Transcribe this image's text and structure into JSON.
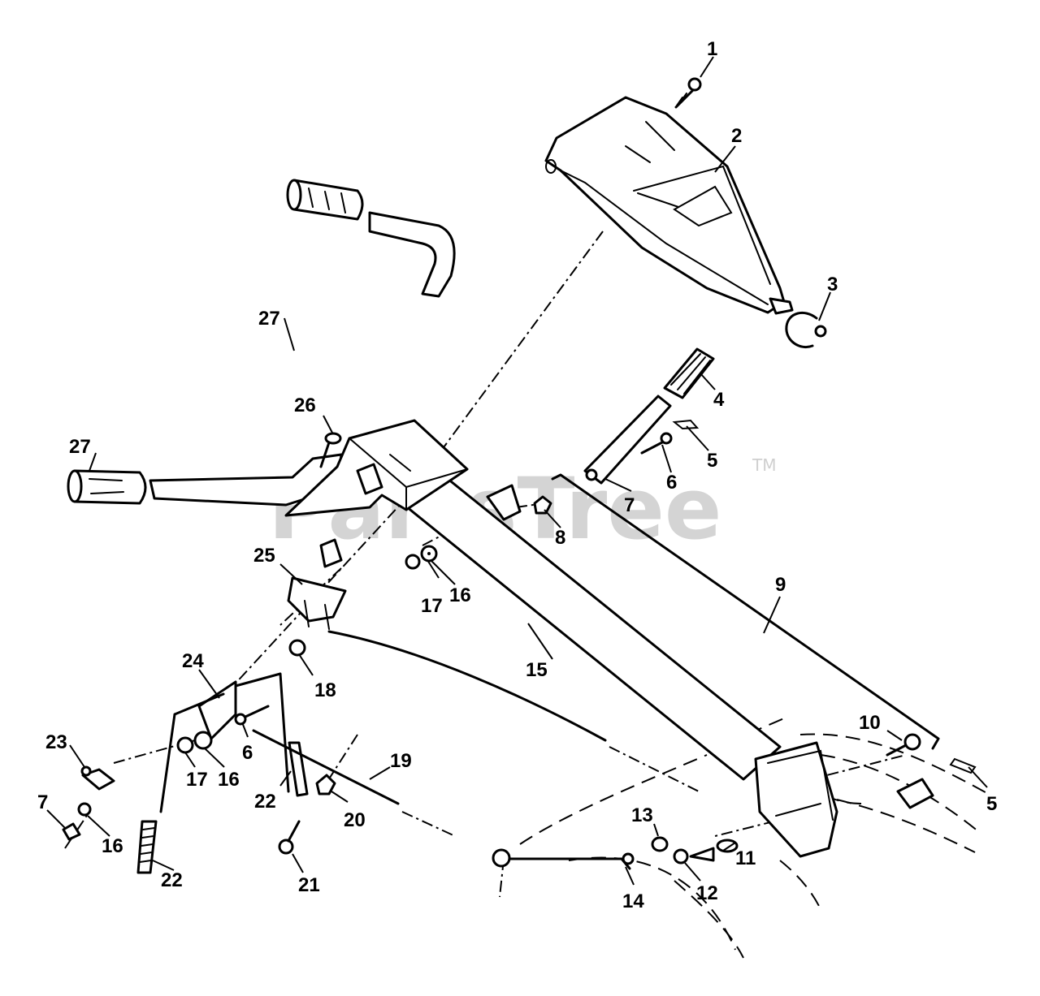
{
  "watermark": {
    "text": "PartsTree",
    "trademark": "TM"
  },
  "callouts": {
    "c1": "1",
    "c2": "2",
    "c3": "3",
    "c4": "4",
    "c5a": "5",
    "c5b": "5",
    "c6a": "6",
    "c6b": "6",
    "c7a": "7",
    "c7b": "7",
    "c8": "8",
    "c9": "9",
    "c10": "10",
    "c11": "11",
    "c12": "12",
    "c13": "13",
    "c14": "14",
    "c15": "15",
    "c16a": "16",
    "c16b": "16",
    "c16c": "16",
    "c17a": "17",
    "c17b": "17",
    "c18": "18",
    "c19": "19",
    "c20": "20",
    "c21": "21",
    "c22a": "22",
    "c22b": "22",
    "c23": "23",
    "c24": "24",
    "c25": "25",
    "c26": "26",
    "c27a": "27",
    "c27b": "27"
  }
}
